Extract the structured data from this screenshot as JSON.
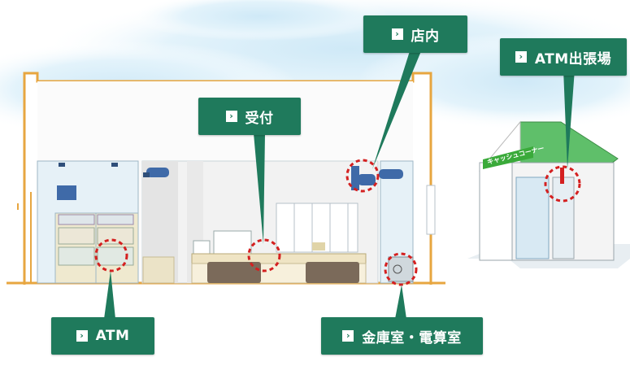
{
  "callouts": {
    "uketsuke": "受付",
    "tennai": "店内",
    "atm_shutchojo": "ATM出張場",
    "atm": "ATM",
    "kinkoshitsu": "金庫室・電算室"
  },
  "signboard": {
    "text": "キャッシュコーナー"
  },
  "icons": {
    "callout_marker": "chevron-right-icon"
  },
  "colors": {
    "callout_bg": "#1f7a5c",
    "marker": "#d42020",
    "wall": "#e7a640",
    "roof": "#5fbf6a",
    "signboard": "#3aaa3a"
  }
}
